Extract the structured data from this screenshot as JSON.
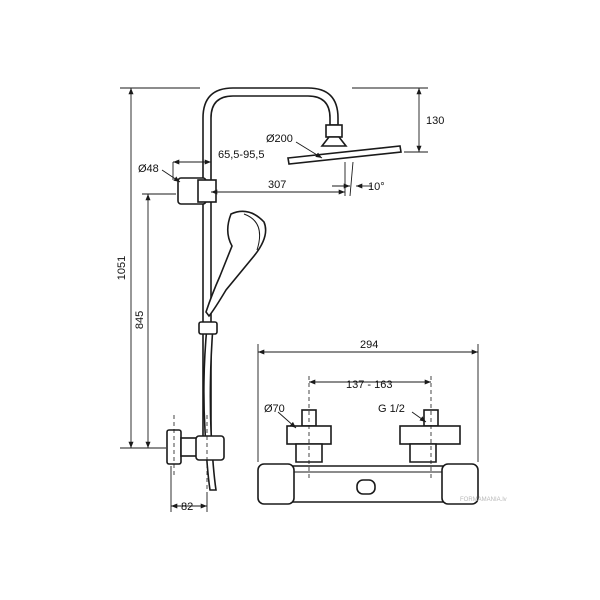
{
  "dimensions": {
    "total_height": "1051",
    "bar_height": "845",
    "head_drop": "130",
    "head_diameter": "Ø200",
    "adjust_range": "65,5-95,5",
    "holder_diameter": "Ø48",
    "arm_reach": "307",
    "tilt_angle": "10°",
    "wall_offset": "82",
    "valve_width": "294",
    "inlet_centres": "137 - 163",
    "escutcheon_diameter": "Ø70",
    "thread_size": "G 1/2"
  },
  "watermark": "FORMAMANIA.lv",
  "colors": {
    "line": "#1a1a1a",
    "background": "#ffffff"
  }
}
